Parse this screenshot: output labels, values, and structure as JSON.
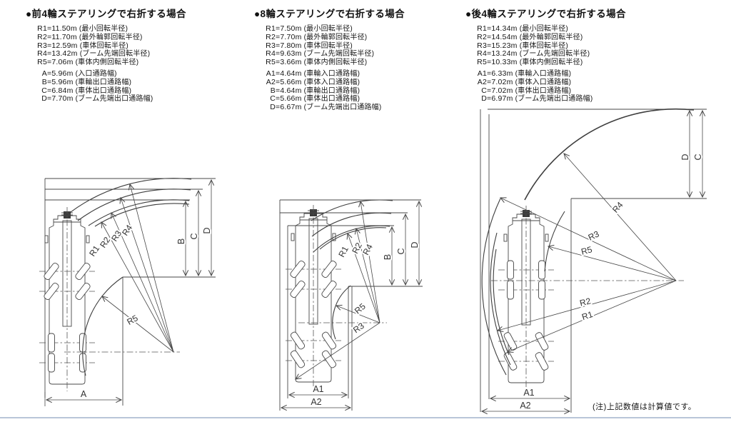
{
  "note": "(注)上記数値は計算値です。",
  "labels": {
    "r1": "R1",
    "r2": "R2",
    "r3": "R3",
    "r4": "R4",
    "r5": "R5",
    "a": "A",
    "a1": "A1",
    "a2": "A2",
    "b": "B",
    "c": "C",
    "d": "D"
  },
  "panels": [
    {
      "title": "●前4輪ステアリングで右折する場合",
      "specs": [
        {
          "k": "R1",
          "v": "=11.50m",
          "d": "(最小回転半径)"
        },
        {
          "k": "R2",
          "v": "=11.70m",
          "d": "(最外輪郭回転半径)"
        },
        {
          "k": "R3",
          "v": "=12.59m",
          "d": "(車体回転半径)"
        },
        {
          "k": "R4",
          "v": "=13.42m",
          "d": "(ブーム先端回転半径)"
        },
        {
          "k": "R5",
          "v": "=7.06m",
          "d": "(車体内側回転半径)"
        },
        {
          "k": "A",
          "v": "=5.96m",
          "d": "(入口通路幅)"
        },
        {
          "k": "B",
          "v": "=5.96m",
          "d": "(車輪出口通路幅)"
        },
        {
          "k": "C",
          "v": "=6.84m",
          "d": "(車体出口通路幅)"
        },
        {
          "k": "D",
          "v": "=7.70m",
          "d": "(ブーム先端出口通路幅)"
        }
      ]
    },
    {
      "title": "●8輪ステアリングで右折する場合",
      "specs": [
        {
          "k": "R1",
          "v": "=7.50m",
          "d": "(最小回転半径)"
        },
        {
          "k": "R2",
          "v": "=7.70m",
          "d": "(最外輪郭回転半径)"
        },
        {
          "k": "R3",
          "v": "=7.80m",
          "d": "(車体回転半径)"
        },
        {
          "k": "R4",
          "v": "=9.63m",
          "d": "(ブーム先端回転半径)"
        },
        {
          "k": "R5",
          "v": "=3.66m",
          "d": "(車体内側回転半径)"
        },
        {
          "k": "A1",
          "v": "=4.64m",
          "d": "(車輪入口通路幅)"
        },
        {
          "k": "A2",
          "v": "=5.66m",
          "d": "(車体入口通路幅)"
        },
        {
          "k": "B",
          "v": "=4.64m",
          "d": "(車輪出口通路幅)"
        },
        {
          "k": "C",
          "v": "=5.66m",
          "d": "(車体出口通路幅)"
        },
        {
          "k": "D",
          "v": "=6.67m",
          "d": "(ブーム先端出口通路幅)"
        }
      ]
    },
    {
      "title": "●後4輪ステアリングで右折する場合",
      "specs": [
        {
          "k": "R1",
          "v": "=14.34m",
          "d": "(最小回転半径)"
        },
        {
          "k": "R2",
          "v": "=14.54m",
          "d": "(最外輪郭回転半径)"
        },
        {
          "k": "R3",
          "v": "=15.23m",
          "d": "(車体回転半径)"
        },
        {
          "k": "R4",
          "v": "=13.24m",
          "d": "(ブーム先端回転半径)"
        },
        {
          "k": "R5",
          "v": "=10.33m",
          "d": "(車体内側回転半径)"
        },
        {
          "k": "A1",
          "v": "=6.33m",
          "d": "(車輪入口通路幅)"
        },
        {
          "k": "A2",
          "v": "=7.02m",
          "d": "(車体入口通路幅)"
        },
        {
          "k": "C",
          "v": "=7.02m",
          "d": "(車体出口通路幅)"
        },
        {
          "k": "D",
          "v": "=6.97m",
          "d": "(ブーム先端出口通路幅)"
        }
      ]
    }
  ]
}
